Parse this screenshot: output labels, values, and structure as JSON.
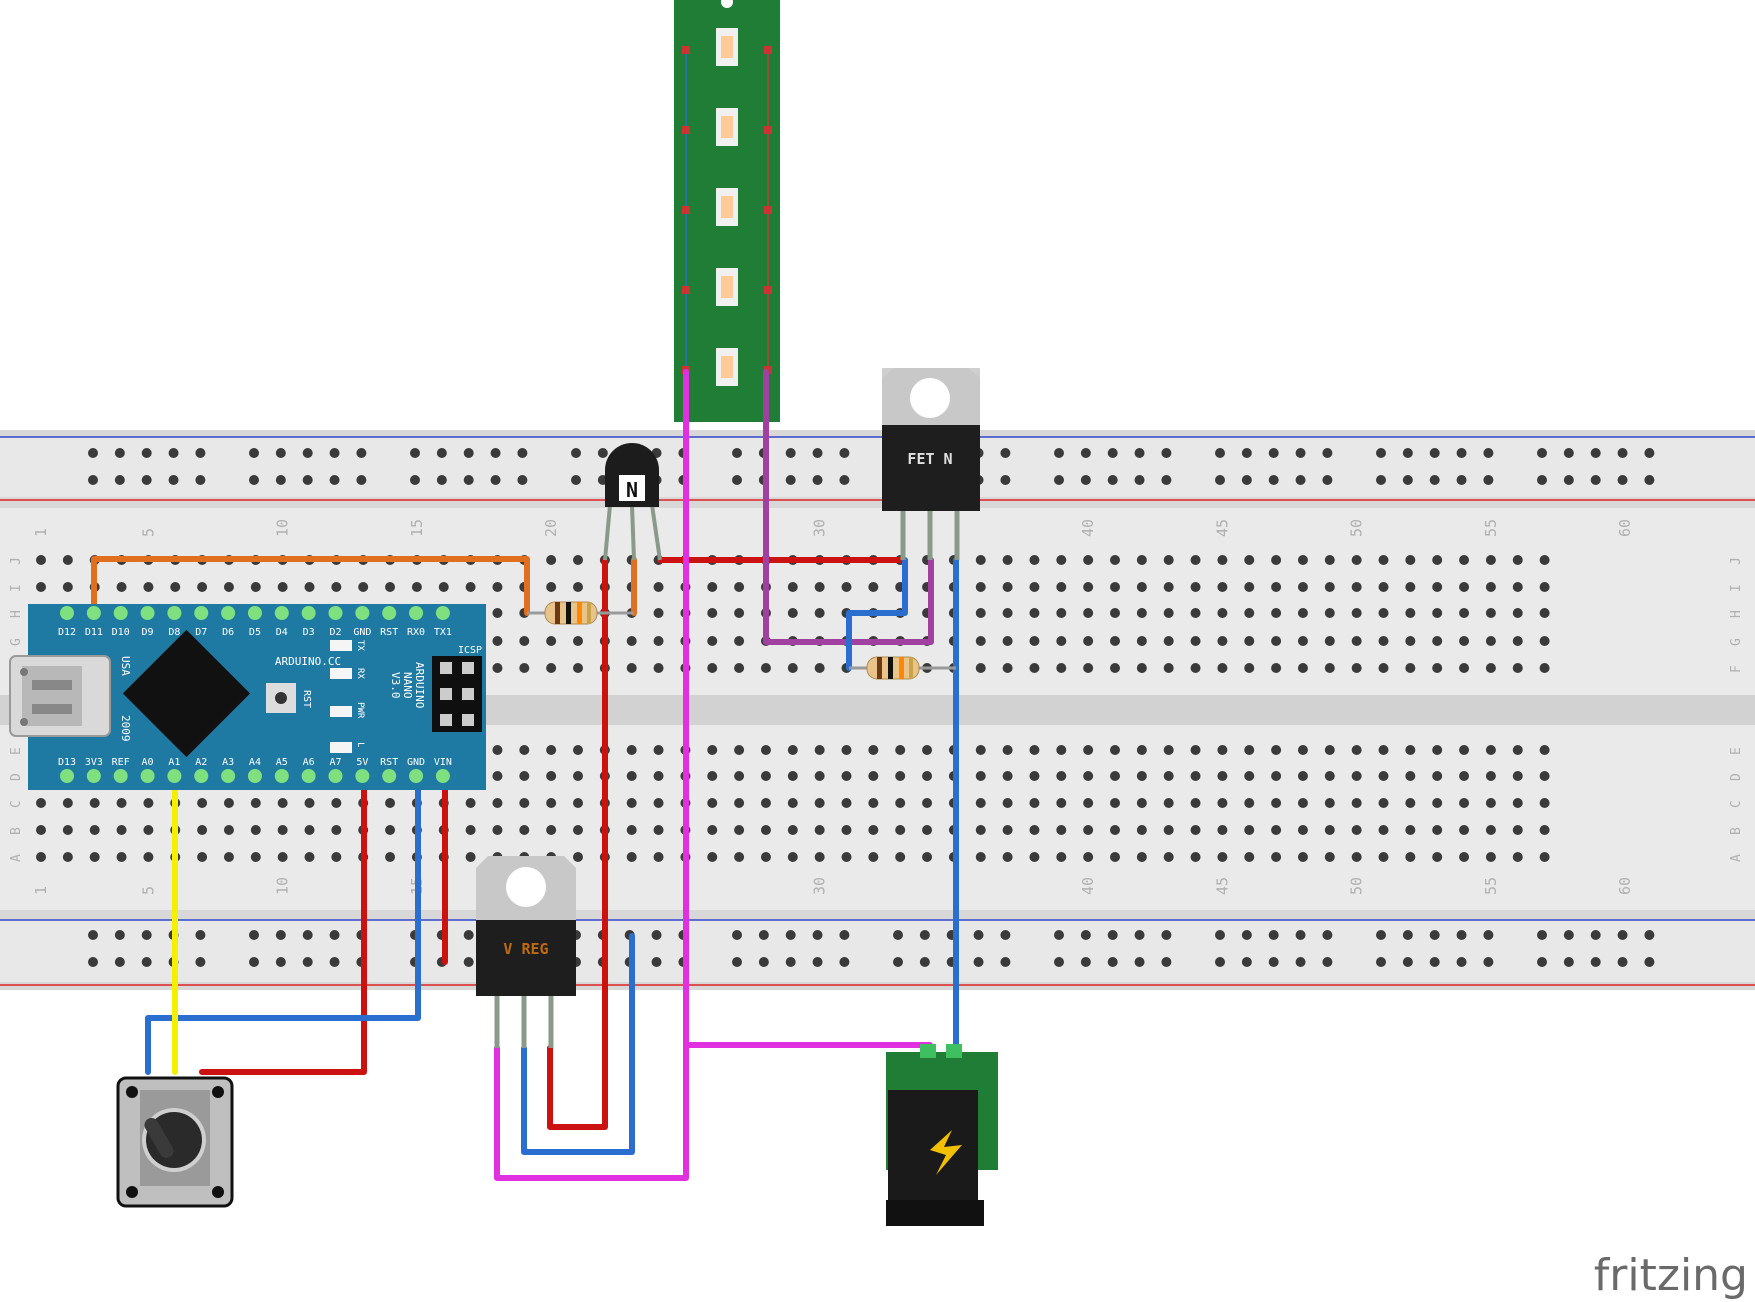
{
  "breadboard": {
    "column_numbers": [
      "1",
      "5",
      "10",
      "15",
      "20",
      "30",
      "40",
      "45",
      "50",
      "55",
      "60"
    ],
    "row_letters_top": [
      "J",
      "I",
      "H",
      "G",
      "F"
    ],
    "row_letters_bottom": [
      "E",
      "D",
      "C",
      "B",
      "A"
    ]
  },
  "arduino": {
    "pins_top": [
      "D12",
      "D11",
      "D10",
      "D9",
      "D8",
      "D7",
      "D6",
      "D5",
      "D4",
      "D3",
      "D2",
      "GND",
      "RST",
      "RX0",
      "TX1"
    ],
    "pins_bottom": [
      "D13",
      "3V3",
      "REF",
      "A0",
      "A1",
      "A2",
      "A3",
      "A4",
      "A5",
      "A6",
      "A7",
      "5V",
      "RST",
      "GND",
      "VIN"
    ],
    "brand": "ARDUINO.CC",
    "model_line1": "ARDUINO",
    "model_line2": "NANO",
    "model_line3": "V3.0",
    "country": "USA",
    "year": "2009",
    "reset_label": "RST",
    "icsp_label": "ICSP",
    "leds": [
      "TX",
      "RX",
      "PWR",
      "L"
    ]
  },
  "components": {
    "transistor_label": "N",
    "mosfet_label": "FET N",
    "regulator_label": "V REG"
  },
  "watermark": "fritzing",
  "colors": {
    "wire_red": "#cc1111",
    "wire_blue": "#2a6fd0",
    "wire_orange": "#e07020",
    "wire_magenta": "#e030e0",
    "wire_purple": "#a040a0",
    "wire_yellow": "#f5f000",
    "arduino_pcb": "#1f7aa3",
    "strip_pcb": "#1f7d35"
  }
}
